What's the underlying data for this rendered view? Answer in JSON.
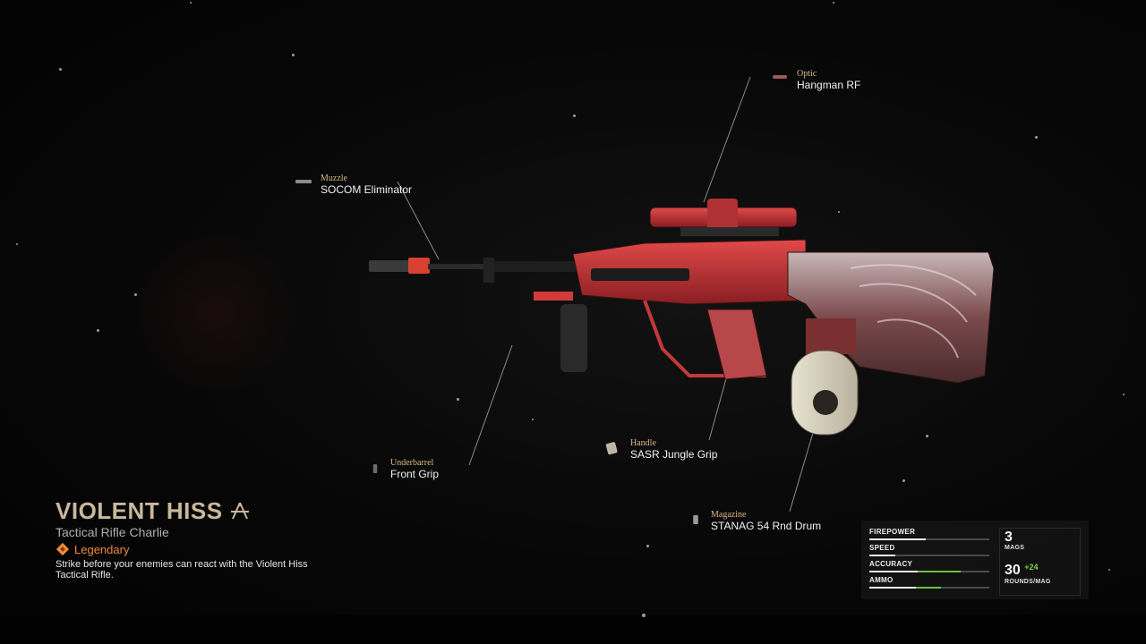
{
  "weapon": {
    "name": "VIOLENT HISS",
    "class": "Tactical Rifle Charlie",
    "rarity": "Legendary",
    "description_line1": "Strike before your enemies can react with the Violent Hiss",
    "description_line2": "Tactical Rifle.",
    "rarity_color": "#f08a3a",
    "icons": {
      "title_badge": "compass-emblem-icon",
      "rarity": "legendary-diamond-icon"
    }
  },
  "attachments": {
    "optic": {
      "type": "Optic",
      "name": "Hangman RF",
      "icon": "optic-slot-icon"
    },
    "muzzle": {
      "type": "Muzzle",
      "name": "SOCOM Eliminator",
      "icon": "muzzle-slot-icon"
    },
    "underbarrel": {
      "type": "Underbarrel",
      "name": "Front Grip",
      "icon": "underbarrel-slot-icon"
    },
    "handle": {
      "type": "Handle",
      "name": "SASR Jungle Grip",
      "icon": "handle-slot-icon"
    },
    "magazine": {
      "type": "Magazine",
      "name": "STANAG 54 Rnd Drum",
      "icon": "magazine-slot-icon"
    }
  },
  "stats": {
    "firepower": {
      "label": "FIREPOWER",
      "value": 0.47,
      "bonus": 0
    },
    "speed": {
      "label": "SPEED",
      "value": 0.22,
      "bonus": 0
    },
    "accuracy": {
      "label": "ACCURACY",
      "value": 0.4,
      "bonus": 0.36
    },
    "ammo": {
      "label": "AMMO",
      "value": 0.39,
      "bonus": 0.21
    }
  },
  "ammo": {
    "mags": "3",
    "mags_label": "MAGS",
    "rounds": "30",
    "rounds_bonus": "+24",
    "rounds_label": "ROUNDS/MAG"
  },
  "colors": {
    "accent_gold": "#d9b882",
    "bonus_green": "#6fbf3a",
    "weapon_red": "#c0393b"
  }
}
